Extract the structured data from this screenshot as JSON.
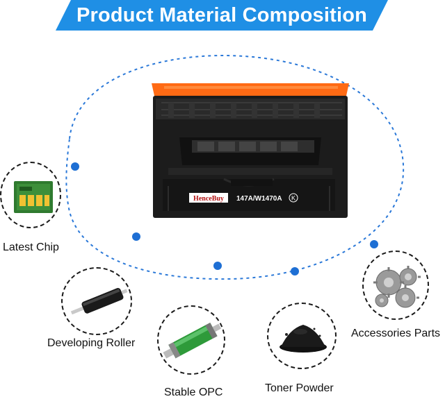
{
  "header": {
    "title": "Product Material Composition"
  },
  "product": {
    "brand_label": "HenceBuy",
    "model_label": "147A/W1470A",
    "color_code": "K"
  },
  "components": [
    {
      "label": "Latest Chip",
      "icon": "chip-icon"
    },
    {
      "label": "Developing Roller",
      "icon": "roller-icon"
    },
    {
      "label": "Stable OPC",
      "icon": "opc-drum-icon"
    },
    {
      "label": "Toner Powder",
      "icon": "toner-powder-icon"
    },
    {
      "label": "Accessories Parts",
      "icon": "gears-icon"
    }
  ],
  "colors": {
    "banner": "#1f8fe5",
    "dots": "#1e6fd4",
    "cap": "#ff6a14"
  }
}
